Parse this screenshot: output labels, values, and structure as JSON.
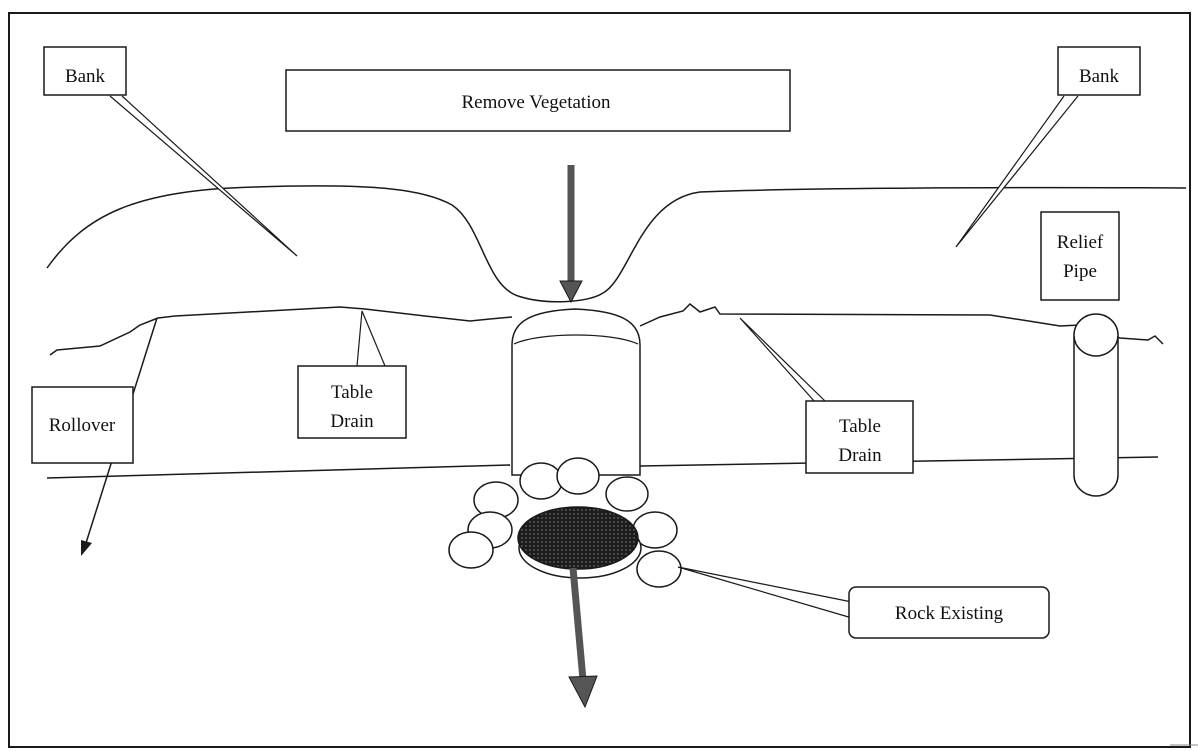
{
  "callouts": {
    "bank_left": "Bank",
    "bank_right": "Bank",
    "remove_vegetation": "Remove Vegetation",
    "relief_pipe_line1": "Relief",
    "relief_pipe_line2": "Pipe",
    "table_drain_left_line1": "Table",
    "table_drain_left_line2": "Drain",
    "table_drain_right_line1": "Table",
    "table_drain_right_line2": "Drain",
    "rollover": "Rollover",
    "rock_existing": "Rock Existing"
  },
  "colors": {
    "line": "#1a1a1a",
    "arrow": "#555555",
    "culvert_fill": "#1c1c1c",
    "background": "#ffffff"
  }
}
